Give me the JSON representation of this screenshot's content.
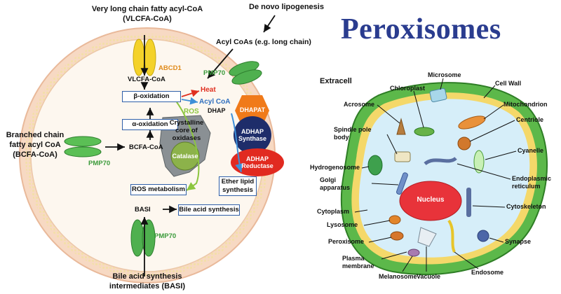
{
  "title": "Peroxisomes",
  "left_diagram": {
    "top_input": [
      "Very long chain fatty acyl-CoA",
      "(VLCFA-CoA)"
    ],
    "de_novo": "De novo lipogenesis",
    "acyl_coas": "Acyl CoAs (e.g. long chain)",
    "abcd1": "ABCD1",
    "pmp70_top": "PMP70",
    "pmp70_left": "PMP70",
    "pmp70_bottom": "PMP70",
    "vlcfa_coa": "VLCFA-CoA",
    "beta_oxidation": "β-oxidation",
    "heat": "Heat",
    "acyl_coa": "Acyl CoA",
    "dhap": "DHAP",
    "ros": "ROS",
    "alpha_oxidation": "α-oxidation",
    "bcfa_coa": "BCFA-CoA",
    "crystalline": [
      "Crystalline",
      "core of",
      "oxidases"
    ],
    "catalase": "Catalase",
    "dhapat": "DHAPAT",
    "adhap_synthase": [
      "ADHAP",
      "Synthase"
    ],
    "adhap_reductase": [
      "ADHAP",
      "Reductase"
    ],
    "ros_metabolism": "ROS metabolism",
    "ether_lipid": [
      "Ether lipid",
      "synthesis"
    ],
    "basi": "BASI",
    "bile_acid": "Bile acid synthesis",
    "branched_input": [
      "Branched chain",
      "fatty acyl CoA",
      "(BCFA-CoA)"
    ],
    "bottom_input": [
      "Bile acid synthesis",
      "intermediates (BASI)"
    ]
  },
  "cell_diagram": {
    "extracell": "Extracell",
    "labels": {
      "microsome": "Microsome",
      "chloroplast": "Chloroplast",
      "cell_wall": "Cell Wall",
      "acrosome": "Acrosome",
      "mitochondrion": "Mitochondrion",
      "centriole": "Centriole",
      "spindle_pole_body": [
        "Spindle pole",
        "body"
      ],
      "cyanelle": "Cyanelle",
      "hydrogenosome": "Hydrogenosome",
      "golgi": [
        "Golgi",
        "apparatus"
      ],
      "endoplasmic_reticulum": [
        "Endoplasmic",
        "reticulum"
      ],
      "nucleus": "Nucleus",
      "cytoplasm": "Cytoplasm",
      "cytoskeleton": "Cytoskeleton",
      "lysosome": "Lysosome",
      "peroxisome": "Peroxisome",
      "synapse": "Synapse",
      "plasma_membrane": [
        "Plasma",
        "membrane"
      ],
      "melanosome": "Melanosome",
      "vacuole": "Vacuole",
      "endosome": "Endosome"
    }
  },
  "colors": {
    "title": "#2a3c8f",
    "membrane_fill": "#f5dcc8",
    "inner_fill": "#fdf6ee",
    "pmp70_green": "#4caf50",
    "abcd1_yellow": "#f2d22e",
    "box_border": "#2f5fa8",
    "heat_red": "#e03020",
    "dhapat_orange": "#f07818",
    "adhap_navy": "#1f2f6e",
    "reductase_red": "#e02a20",
    "cell_wall": "#5cb84a",
    "cytoplasm": "#d8eef8",
    "nucleus": "#e8333a"
  }
}
